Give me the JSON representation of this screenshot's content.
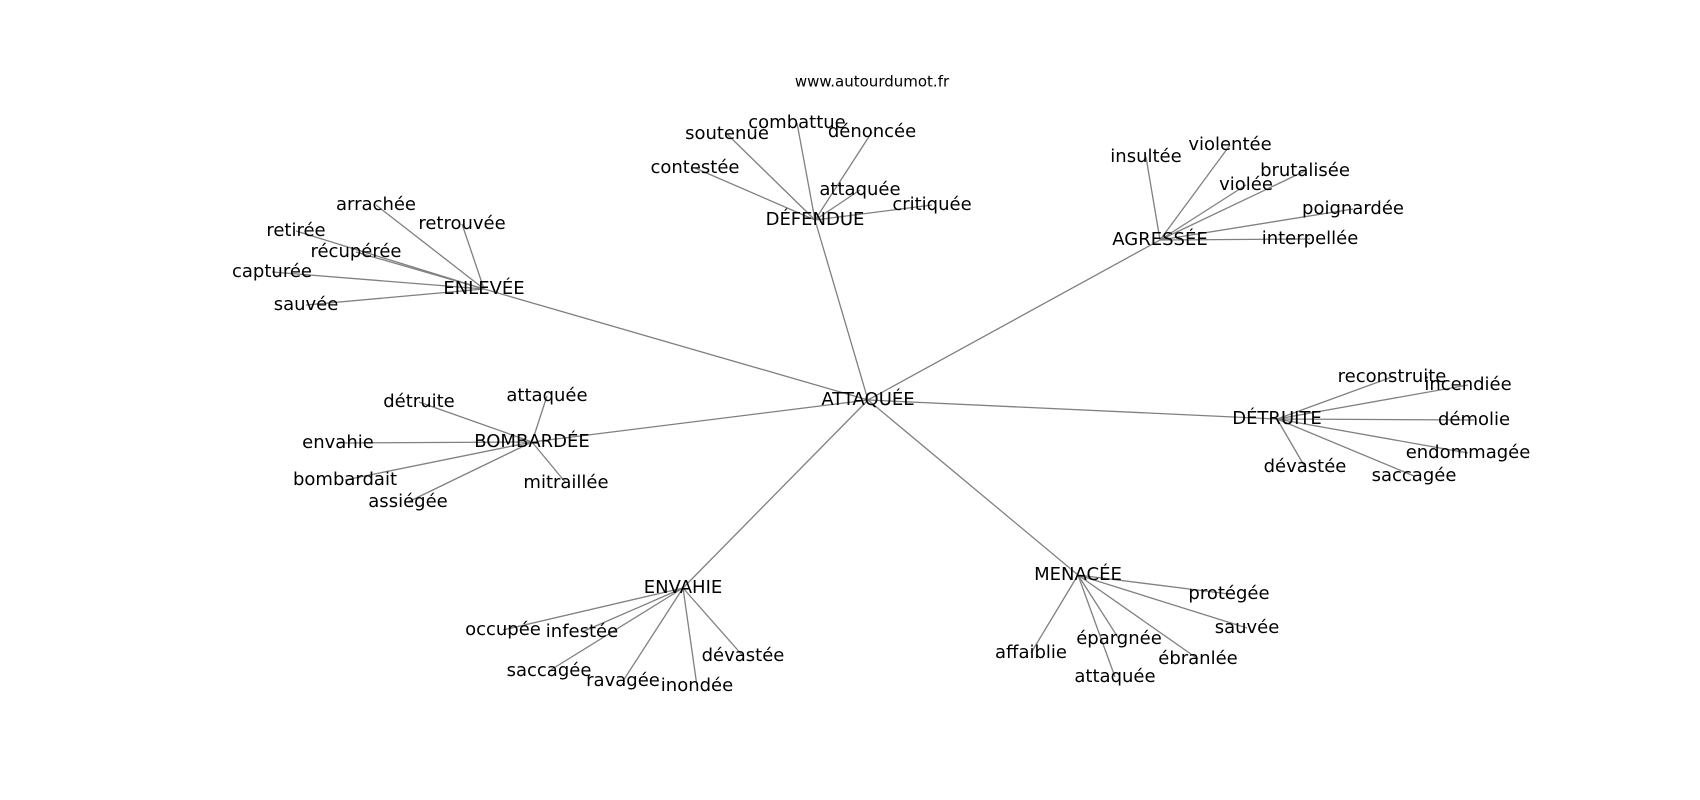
{
  "watermark": "www.autourdumot.fr",
  "colors": {
    "edge": "#808080",
    "text": "#000000",
    "background": "#ffffff"
  },
  "graph": {
    "center": "ATTAQUÉE",
    "hubs": [
      {
        "id": "defendue",
        "label": "DÉFENDUE",
        "leaves": [
          "soutenue",
          "combattue",
          "dénoncée",
          "contestée",
          "attaquée",
          "critiquée"
        ]
      },
      {
        "id": "agressee",
        "label": "AGRESSÉE",
        "leaves": [
          "insultée",
          "violentée",
          "violée",
          "brutalisée",
          "poignardée",
          "interpellée"
        ]
      },
      {
        "id": "enlevee",
        "label": "ENLEVÉE",
        "leaves": [
          "arrachée",
          "retirée",
          "retrouvée",
          "récupérée",
          "capturée",
          "sauvée"
        ]
      },
      {
        "id": "bombardee",
        "label": "BOMBARDÉE",
        "leaves": [
          "détruite",
          "attaquée",
          "envahie",
          "bombardait",
          "assiégée",
          "mitraillée"
        ]
      },
      {
        "id": "detruite",
        "label": "DÉTRUITE",
        "leaves": [
          "reconstruite",
          "incendiée",
          "démolie",
          "endommagée",
          "dévastée",
          "saccagée"
        ]
      },
      {
        "id": "envahie",
        "label": "ENVAHIE",
        "leaves": [
          "occupée",
          "infestée",
          "saccagée",
          "ravagée",
          "inondée",
          "dévastée"
        ]
      },
      {
        "id": "menacee",
        "label": "MENACÉE",
        "leaves": [
          "protégée",
          "sauvée",
          "épargnée",
          "affaiblie",
          "ébranlée",
          "attaquée"
        ]
      }
    ]
  }
}
